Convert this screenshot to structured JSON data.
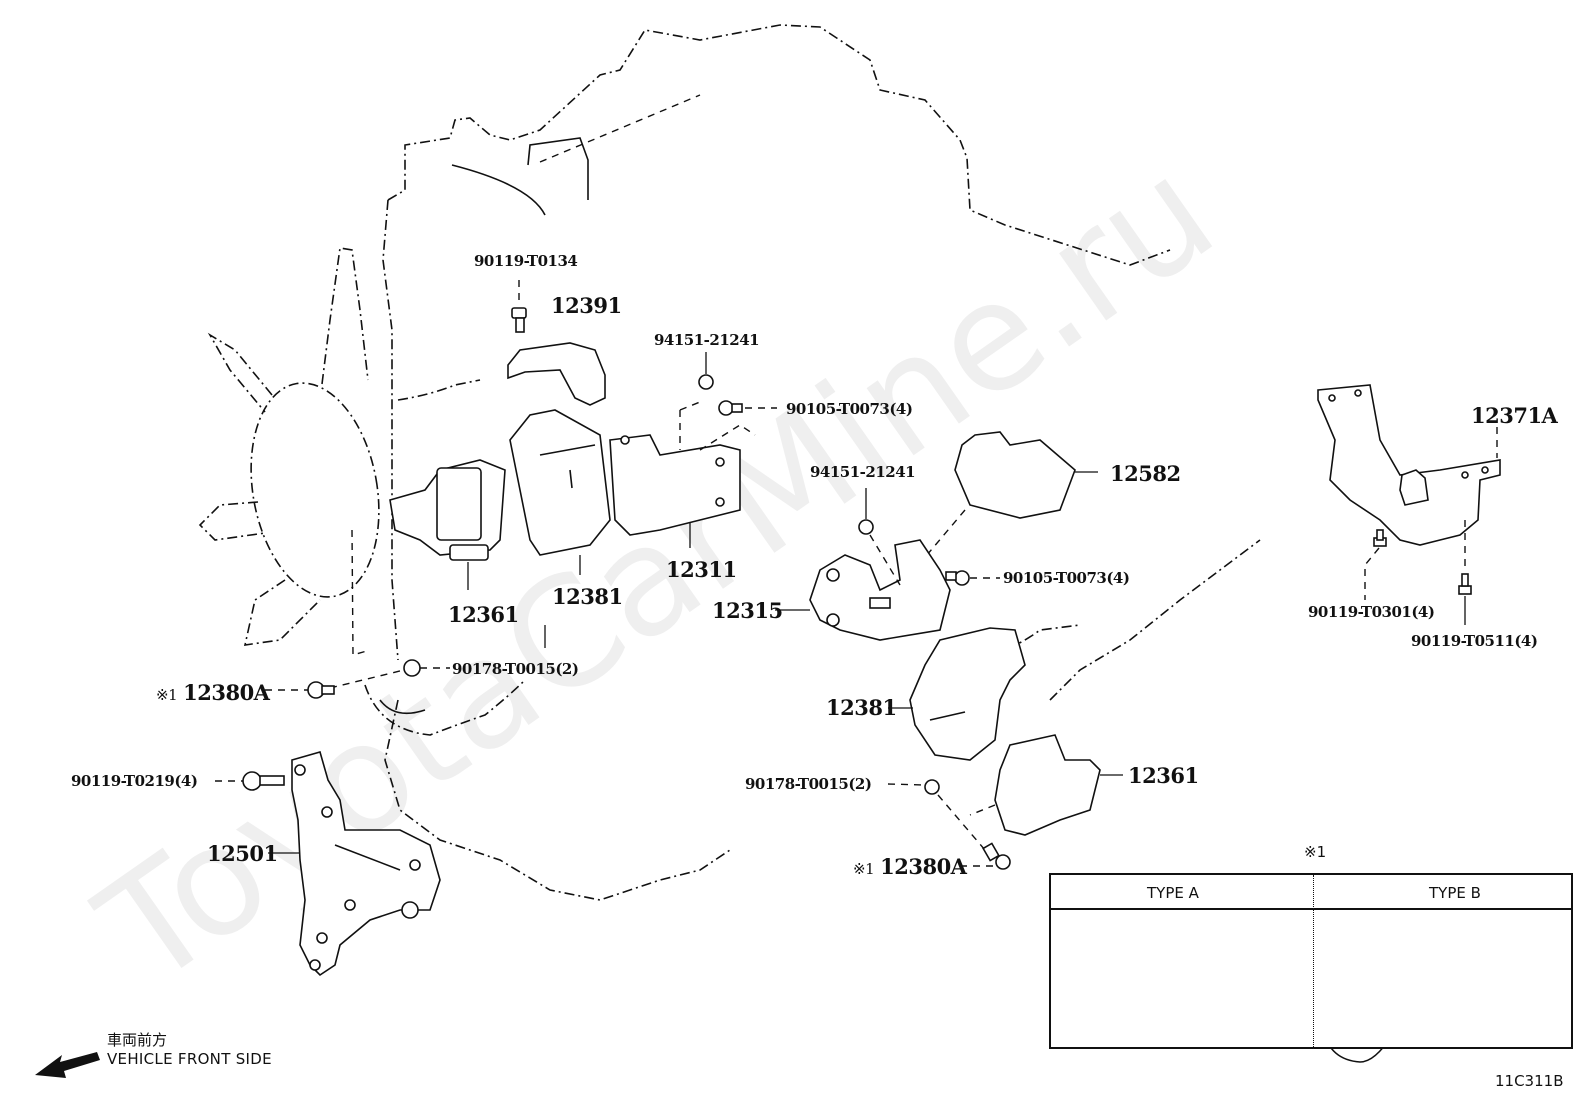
{
  "watermark": "ToyotaCarMine.ru",
  "figure_code": "11C311B",
  "direction": {
    "label_jp": "車両前方",
    "label_en": "VEHICLE FRONT SIDE",
    "icon": "arrow-left-down"
  },
  "callouts": {
    "bolt_upper": "90119-T0134",
    "insulator_upper": "12391",
    "nut_upper": "94151-21241",
    "bolt_upper_bracket": "90105-T0073(4)",
    "insulator_front_left": "12361",
    "insulator_front_left_2": "12381",
    "bracket_front": "12311",
    "nut_lower_left": "90178-T0015(2)",
    "bolt_type_note_left": "12380A",
    "bolt_left_bracket": "90119-T0219(4)",
    "bracket_left": "12501",
    "nut_mid": "94151-21241",
    "insulator_right": "12582",
    "bolt_mid": "90105-T0073(4)",
    "bracket_right": "12315",
    "insulator_right_2": "12381",
    "nut_lower_right": "90178-T0015(2)",
    "insulator_right_3": "12361",
    "bolt_type_note_right": "12380A",
    "rear_mount": "12371A",
    "bolt_rear_1": "90119-T0301(4)",
    "bolt_rear_2": "90119-T0511(4)"
  },
  "note_mark": "※1",
  "legend": {
    "title": "※1",
    "columns": [
      {
        "label": "TYPE A",
        "icon": "flange-bolt"
      },
      {
        "label": "TYPE B",
        "icon": "bolt-with-bracket-tab"
      }
    ]
  }
}
